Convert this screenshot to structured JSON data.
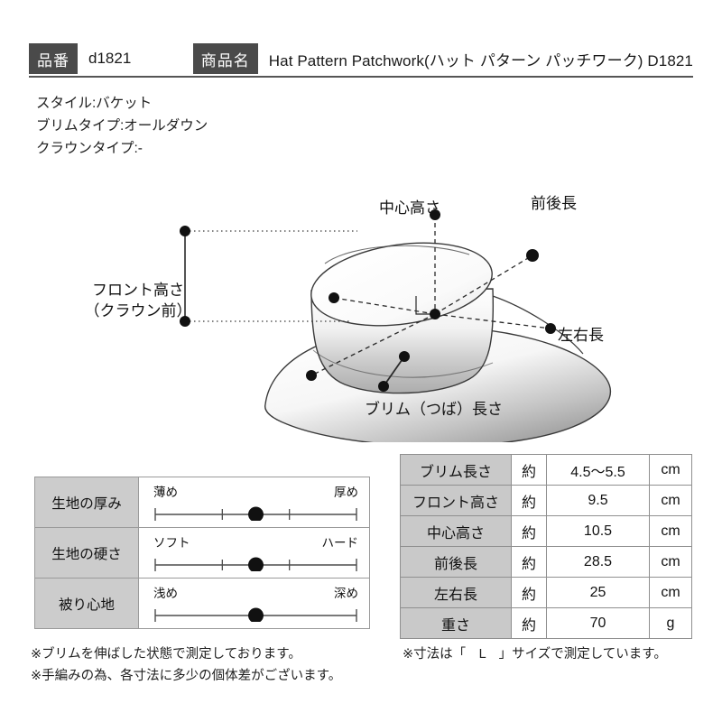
{
  "header": {
    "sku_label": "品番",
    "sku_value": "d1821",
    "name_label": "商品名",
    "name_value": "Hat Pattern Patchwork(ハット パターン パッチワーク) D1821"
  },
  "attributes": [
    "スタイル:バケット",
    "ブリムタイプ:オールダウン",
    "クラウンタイプ:-"
  ],
  "diagram": {
    "labels": {
      "front_height": "フロント高さ",
      "front_height_sub": "（クラウン前）",
      "center_height": "中心高さ",
      "front_back_length": "前後長",
      "left_right_length": "左右長",
      "brim_length": "ブリム（つば）長さ"
    }
  },
  "rating_table": {
    "rows": [
      {
        "label": "生地の厚み",
        "left_end": "薄め",
        "right_end": "厚め",
        "ticks": 4,
        "value_pct": 50
      },
      {
        "label": "生地の硬さ",
        "left_end": "ソフト",
        "right_end": "ハード",
        "ticks": 4,
        "value_pct": 50
      },
      {
        "label": "被り心地",
        "left_end": "浅め",
        "right_end": "深め",
        "ticks": 0,
        "value_pct": 50
      }
    ]
  },
  "spec_table": {
    "rows": [
      {
        "name": "ブリム長さ",
        "approx": "約",
        "value": "4.5〜5.5",
        "unit": "cm"
      },
      {
        "name": "フロント高さ",
        "approx": "約",
        "value": "9.5",
        "unit": "cm"
      },
      {
        "name": "中心高さ",
        "approx": "約",
        "value": "10.5",
        "unit": "cm"
      },
      {
        "name": "前後長",
        "approx": "約",
        "value": "28.5",
        "unit": "cm"
      },
      {
        "name": "左右長",
        "approx": "約",
        "value": "25",
        "unit": "cm"
      },
      {
        "name": "重さ",
        "approx": "約",
        "value": "70",
        "unit": "g"
      }
    ]
  },
  "notes": {
    "left": [
      "※ブリムを伸ばした状態で測定しております。",
      "※手編みの為、各寸法に多少の個体差がございます。"
    ],
    "right": [
      "※寸法は「　L　」サイズで測定しています。"
    ]
  },
  "colors": {
    "badge_bg": "#4a4a4a",
    "table_header_bg": "#c9c9c9",
    "border": "#8f8f8f",
    "text": "#111111"
  }
}
